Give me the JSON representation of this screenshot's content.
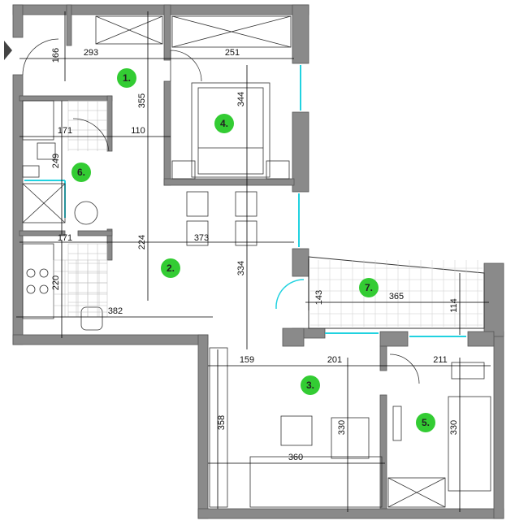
{
  "plan": {
    "rooms": [
      {
        "id": "room-1",
        "label": "1."
      },
      {
        "id": "room-2",
        "label": "2."
      },
      {
        "id": "room-3",
        "label": "3."
      },
      {
        "id": "room-4",
        "label": "4."
      },
      {
        "id": "room-5",
        "label": "5."
      },
      {
        "id": "room-6",
        "label": "6."
      },
      {
        "id": "room-7",
        "label": "7."
      }
    ],
    "dimensions": [
      "293",
      "251",
      "166",
      "355",
      "344",
      "171",
      "110",
      "249",
      "171",
      "373",
      "224",
      "220",
      "334",
      "382",
      "143",
      "365",
      "114",
      "159",
      "201",
      "211",
      "358",
      "330",
      "360",
      "330"
    ],
    "colors": {
      "wall": "#8a8a8a",
      "room_marker": "#33cc33",
      "window": "#21d2e0",
      "line": "#000000"
    },
    "icons": {
      "entrance": "entrance-arrow-icon"
    }
  }
}
